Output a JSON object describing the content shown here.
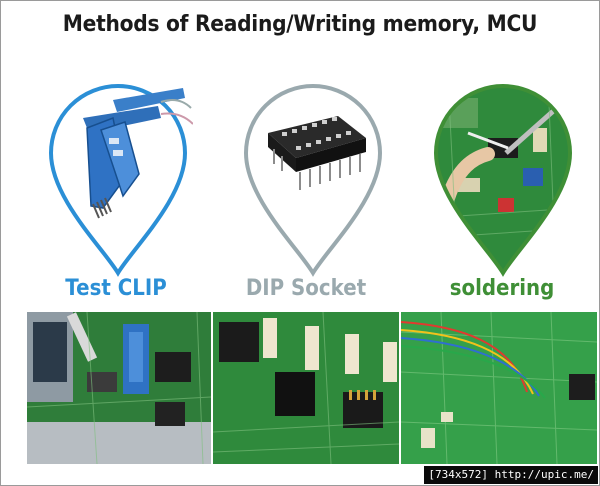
{
  "title": "Methods of Reading/Writing memory, MCU",
  "methods": [
    {
      "label": "Test CLIP",
      "color": "#2b8fd6",
      "icon": "test-clip-icon"
    },
    {
      "label": "DIP Socket",
      "color": "#9aa9ae",
      "icon": "dip-socket-icon"
    },
    {
      "label": "soldering",
      "color": "#3f8f36",
      "icon": "soldering-icon"
    }
  ],
  "watermark": "[734x572] http://upic.me/"
}
